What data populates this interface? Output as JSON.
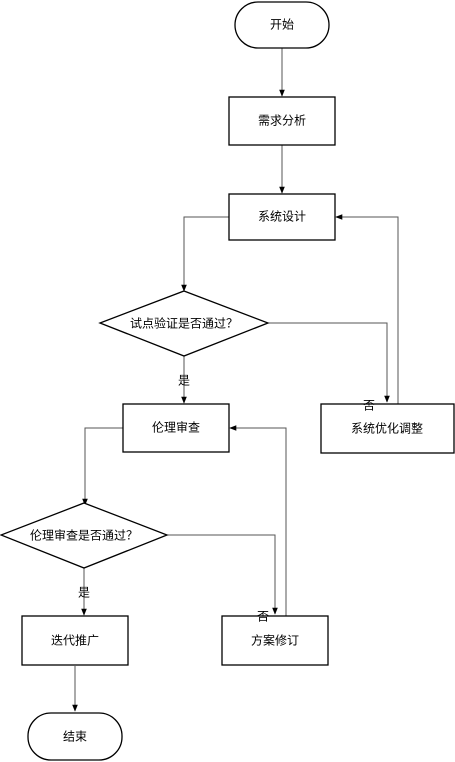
{
  "nodes": {
    "start": "开始",
    "requirements": "需求分析",
    "design": "系统设计",
    "pilot_check": "试点验证是否通过？",
    "optimize": "系统优化调整",
    "ethics_review": "伦理审查",
    "ethics_check": "伦理审查是否通过？",
    "revise": "方案修订",
    "rollout": "迭代推广",
    "end": "结束"
  },
  "edge_labels": {
    "pilot_yes": "是",
    "pilot_no": "否",
    "ethics_yes": "是",
    "ethics_no": "否"
  }
}
